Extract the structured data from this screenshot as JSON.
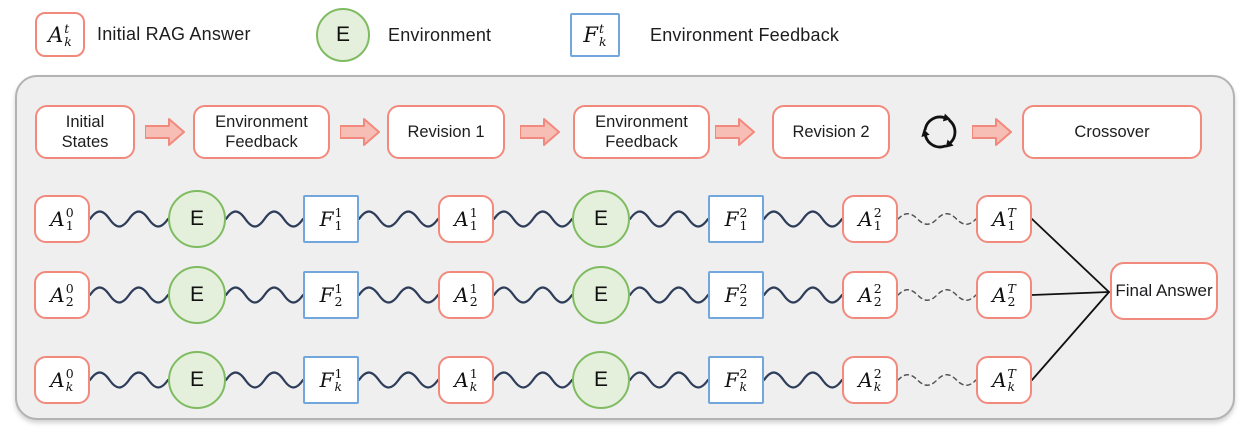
{
  "legend": {
    "items": [
      {
        "type": "answer",
        "symbol": {
          "letter": "A",
          "sup": "t",
          "sub": "k"
        },
        "label": "Initial RAG Answer"
      },
      {
        "type": "environment",
        "symbol": {
          "letter": "E"
        },
        "label": "Environment"
      },
      {
        "type": "feedback",
        "symbol": {
          "letter": "F",
          "sup": "t",
          "sub": "k"
        },
        "label": "Environment Feedback"
      }
    ]
  },
  "pipeline": {
    "stages": [
      "Initial States",
      "Environment Feedback",
      "Revision 1",
      "Environment Feedback",
      "Revision 2",
      "Crossover"
    ],
    "cycle_icon": "iteration-repeats",
    "final_answer": "Final Answer"
  },
  "rows": [
    {
      "nodes": [
        {
          "t": "answer",
          "letter": "A",
          "sup": "0",
          "sub": "1"
        },
        {
          "t": "env",
          "letter": "E"
        },
        {
          "t": "feedback",
          "letter": "F",
          "sup": "1",
          "sub": "1"
        },
        {
          "t": "answer",
          "letter": "A",
          "sup": "1",
          "sub": "1"
        },
        {
          "t": "env",
          "letter": "E"
        },
        {
          "t": "feedback",
          "letter": "F",
          "sup": "2",
          "sub": "1"
        },
        {
          "t": "answer",
          "letter": "A",
          "sup": "2",
          "sub": "1"
        },
        {
          "t": "answer",
          "letter": "A",
          "sup": "T",
          "sub": "1"
        }
      ]
    },
    {
      "nodes": [
        {
          "t": "answer",
          "letter": "A",
          "sup": "0",
          "sub": "2"
        },
        {
          "t": "env",
          "letter": "E"
        },
        {
          "t": "feedback",
          "letter": "F",
          "sup": "1",
          "sub": "2"
        },
        {
          "t": "answer",
          "letter": "A",
          "sup": "1",
          "sub": "2"
        },
        {
          "t": "env",
          "letter": "E"
        },
        {
          "t": "feedback",
          "letter": "F",
          "sup": "2",
          "sub": "2"
        },
        {
          "t": "answer",
          "letter": "A",
          "sup": "2",
          "sub": "2"
        },
        {
          "t": "answer",
          "letter": "A",
          "sup": "T",
          "sub": "2"
        }
      ]
    },
    {
      "nodes": [
        {
          "t": "answer",
          "letter": "A",
          "sup": "0",
          "sub": "k"
        },
        {
          "t": "env",
          "letter": "E"
        },
        {
          "t": "feedback",
          "letter": "F",
          "sup": "1",
          "sub": "k"
        },
        {
          "t": "answer",
          "letter": "A",
          "sup": "1",
          "sub": "k"
        },
        {
          "t": "env",
          "letter": "E"
        },
        {
          "t": "feedback",
          "letter": "F",
          "sup": "2",
          "sub": "k"
        },
        {
          "t": "answer",
          "letter": "A",
          "sup": "2",
          "sub": "k"
        },
        {
          "t": "answer",
          "letter": "A",
          "sup": "T",
          "sub": "k"
        }
      ]
    }
  ],
  "colors": {
    "answer_border": "#f2897d",
    "env_border": "#7fbc61",
    "env_fill": "#e4f0dc",
    "feedback_border": "#72a7dd",
    "arrow_fill": "#f6beb5",
    "arrow_border": "#f2897d",
    "wavy_connector": "#2e3d59",
    "dashed_connector": "#555555",
    "panel_bg": "#efefef",
    "panel_border": "#b3b3b3"
  }
}
